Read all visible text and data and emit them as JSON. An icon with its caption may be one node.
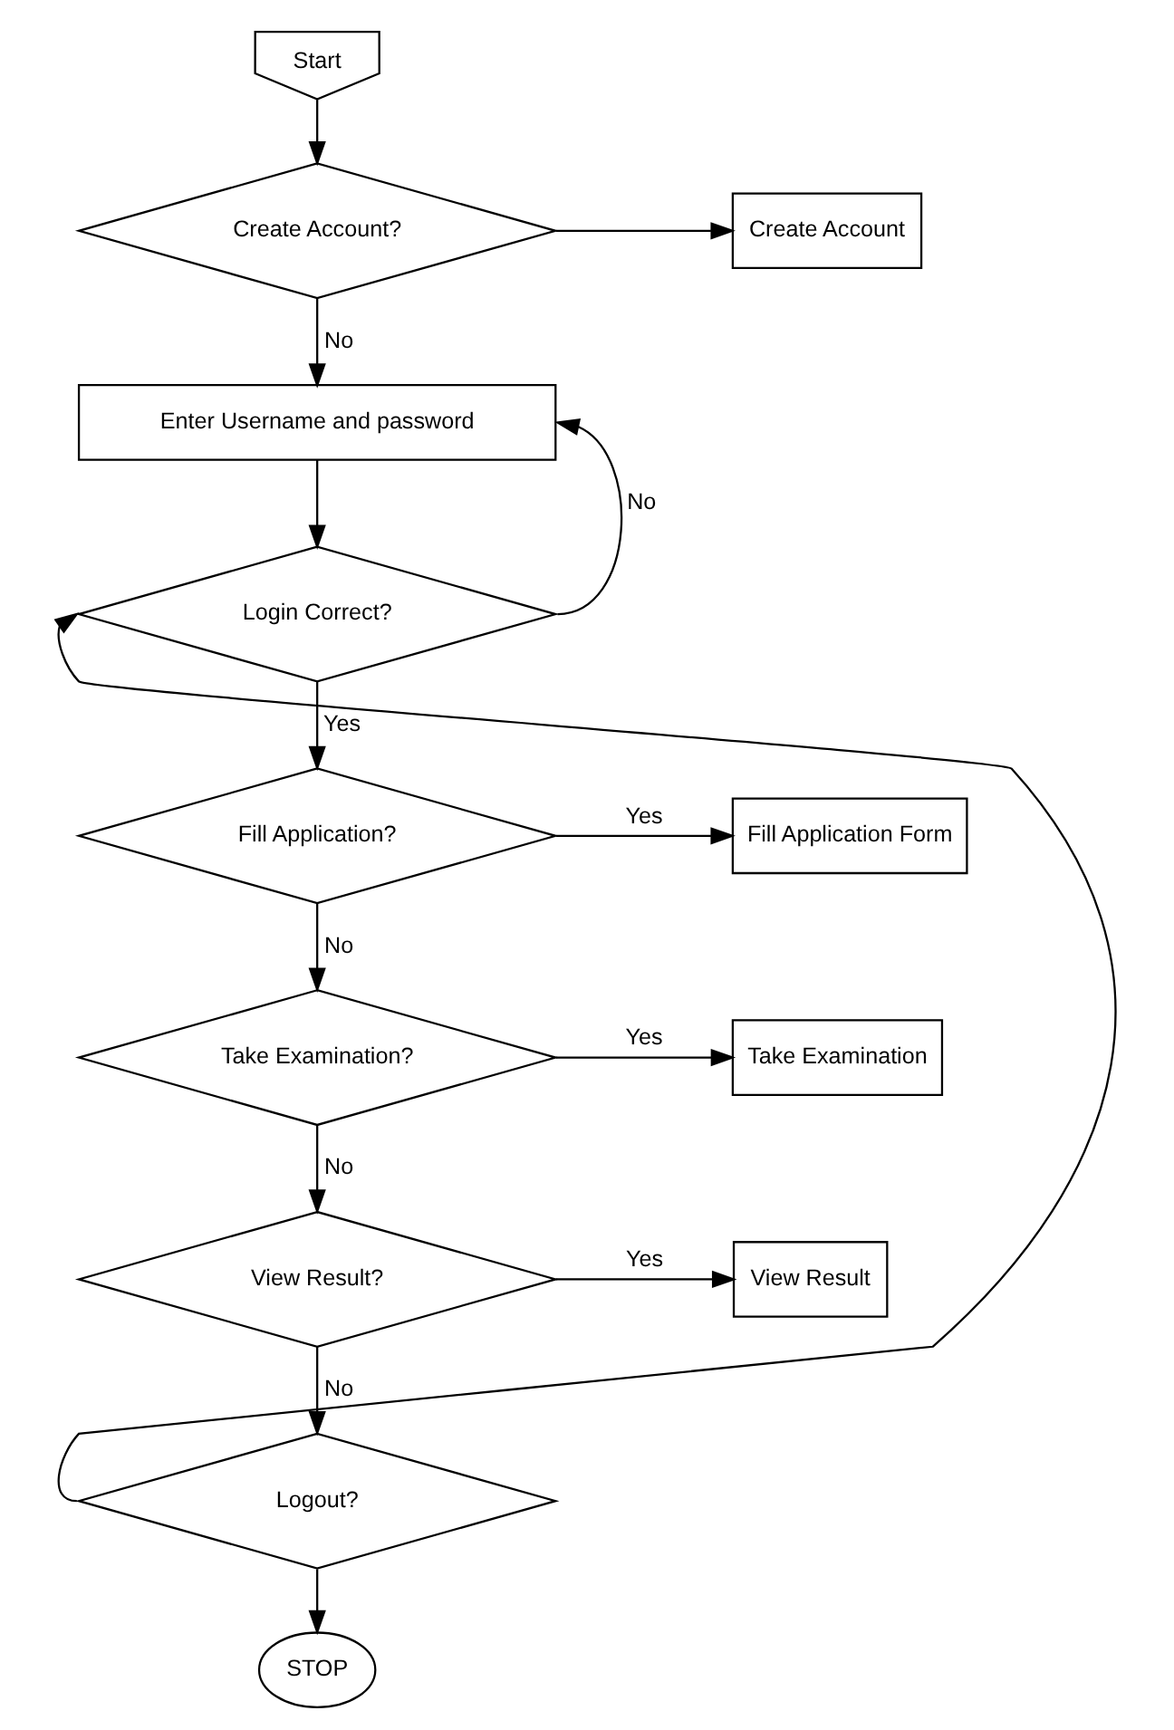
{
  "diagram": {
    "nodes": [
      {
        "text": [
          "Start"
        ]
      },
      {
        "text": [
          "Create Account?"
        ]
      },
      {
        "text": [
          "Create Account"
        ]
      },
      {
        "text": [
          "Enter Username and password"
        ]
      },
      {
        "text": [
          "Login Correct?"
        ]
      },
      {
        "text": [
          "Fill Application?"
        ]
      },
      {
        "text": [
          "Fill Application Form"
        ]
      },
      {
        "text": [
          "Take Examination?"
        ]
      },
      {
        "text": [
          "Take Examination"
        ]
      },
      {
        "text": [
          "View Result?"
        ]
      },
      {
        "text": [
          "View Result"
        ]
      },
      {
        "text": [
          "Logout?"
        ]
      },
      {
        "text": [
          "STOP"
        ]
      }
    ],
    "edges": [
      {
        "from": 0,
        "to": 1,
        "arrow": "to"
      },
      {
        "from": 1,
        "to": 2,
        "arrow": "to"
      },
      {
        "from": 1,
        "to": 3,
        "arrow": "to",
        "label": "No"
      },
      {
        "from": 3,
        "to": 4,
        "arrow": "to"
      },
      {
        "from": 4,
        "to": 3,
        "arrow": "to",
        "label": "No"
      },
      {
        "from": 4,
        "to": 5,
        "arrow": "to",
        "label": "Yes"
      },
      {
        "from": 5,
        "to": 6,
        "arrow": "to",
        "label": "Yes"
      },
      {
        "from": 5,
        "to": 7,
        "arrow": "to",
        "label": "No"
      },
      {
        "from": 7,
        "to": 8,
        "arrow": "to",
        "label": "Yes"
      },
      {
        "from": 7,
        "to": 9,
        "arrow": "to",
        "label": "No"
      },
      {
        "from": 9,
        "to": 10,
        "arrow": "to",
        "label": "Yes"
      },
      {
        "from": 9,
        "to": 11,
        "arrow": "to",
        "label": "No"
      },
      {
        "from": 11,
        "to": 4,
        "arrow": "to"
      },
      {
        "from": 11,
        "to": 12,
        "arrow": "to"
      }
    ]
  }
}
